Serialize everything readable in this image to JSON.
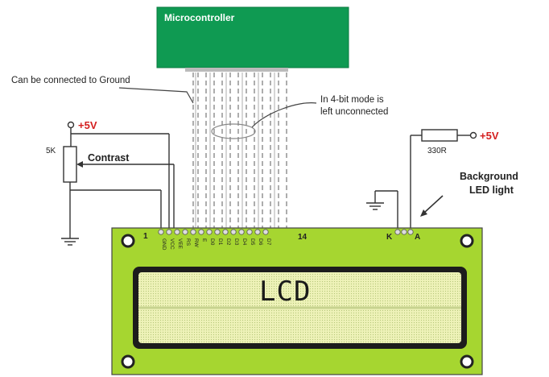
{
  "microcontroller": {
    "label": "Microcontroller"
  },
  "annotations": {
    "ground_note": "Can be connected to Ground",
    "four_bit_note_line1": "In 4-bit mode is",
    "four_bit_note_line2": "left unconnected",
    "contrast": "Contrast",
    "background_line1": "Background",
    "background_line2": "LED light"
  },
  "supply": {
    "left": "+5V",
    "right": "+5V"
  },
  "components": {
    "potentiometer": "5K",
    "resistor": "330R"
  },
  "lcd": {
    "display_text": "LCD",
    "pin_first": "1",
    "pin_last": "14",
    "pin_labels": [
      "GND",
      "VCC",
      "VEE",
      "RS",
      "RW",
      "E",
      "D0",
      "D1",
      "D2",
      "D3",
      "D4",
      "D5",
      "D6",
      "D7"
    ],
    "backlight_k": "K",
    "backlight_a": "A"
  },
  "colors": {
    "microcontroller": "#0f9a52",
    "pcb": "#a6d630",
    "screen": "#ecf0b4",
    "supply_text": "#d42020"
  }
}
